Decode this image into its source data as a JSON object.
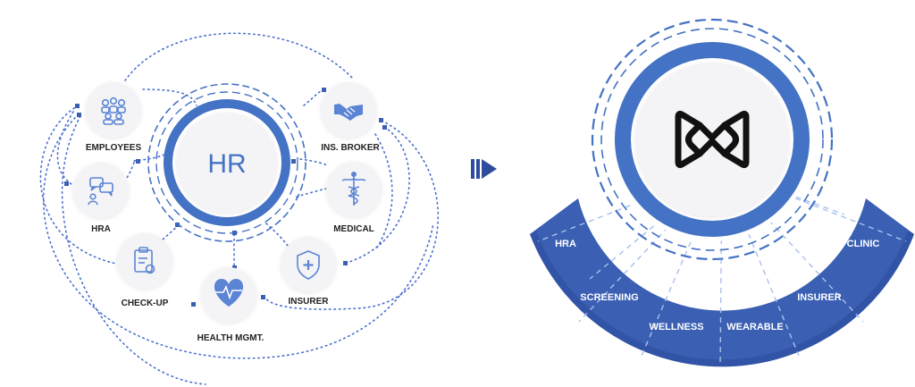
{
  "colors": {
    "primary": "#4472c4",
    "primary_dark": "#2d4d9c",
    "band_mid": "#3a5fb3",
    "icon": "#5b84d4",
    "node_fill": "#f4f4f6",
    "dotted": "#4a6fcf",
    "text_dark": "#222222"
  },
  "left": {
    "hub_label": "HR",
    "nodes": [
      {
        "id": "employees",
        "label": "EMPLOYEES",
        "icon": "people-group-icon"
      },
      {
        "id": "hra",
        "label": "HRA",
        "icon": "chat-bubbles-icon"
      },
      {
        "id": "checkup",
        "label": "CHECK-UP",
        "icon": "clipboard-icon"
      },
      {
        "id": "health",
        "label": "HEALTH MGMT.",
        "icon": "heart-pulse-icon"
      },
      {
        "id": "insurer",
        "label": "INSURER",
        "icon": "shield-plus-icon"
      },
      {
        "id": "medical",
        "label": "MEDICAL",
        "icon": "caduceus-icon"
      },
      {
        "id": "broker",
        "label": "INS. BROKER",
        "icon": "handshake-icon"
      }
    ]
  },
  "arrow_icon": "triple-chevron-right-icon",
  "right": {
    "hub_icon": "infinity-link-logo-icon",
    "segments": [
      "HRA",
      "SCREENING",
      "WELLNESS",
      "WEARABLE",
      "INSURER",
      "CLINIC"
    ]
  }
}
